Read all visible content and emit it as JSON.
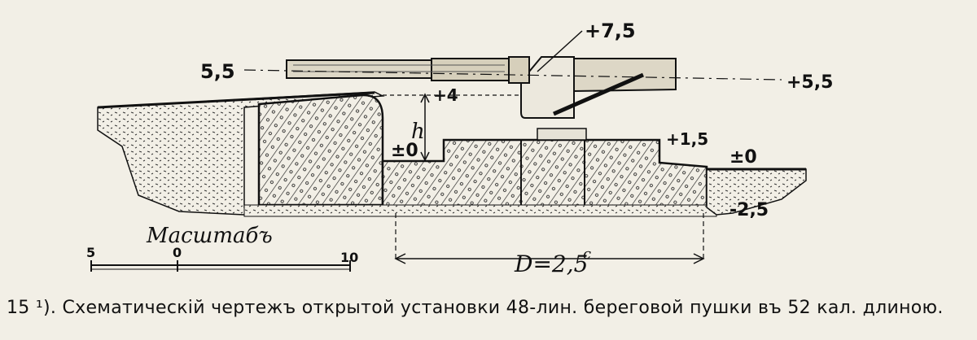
{
  "labels": {
    "breech_height": "+7,5",
    "muzzle_height_left": "5,5",
    "axis_height_right": "+5,5",
    "parapet_height": "+4",
    "h_symbol": "h",
    "floor_left": "±0",
    "platform_height": "+1,5",
    "ground_right": "±0",
    "foundation_depth": "-2,5",
    "distance": "D=2,5",
    "distance_unit": "с",
    "unit_mark": "ↄ"
  },
  "scale": {
    "title": "Масштабъ",
    "ticks": [
      "5",
      "0",
      "10"
    ],
    "unit_mark": "ↄ"
  },
  "caption": "15 ¹). Схематическій чертежъ открытой установки 48-лин. береговой пушки въ 52 кал. длиною."
}
